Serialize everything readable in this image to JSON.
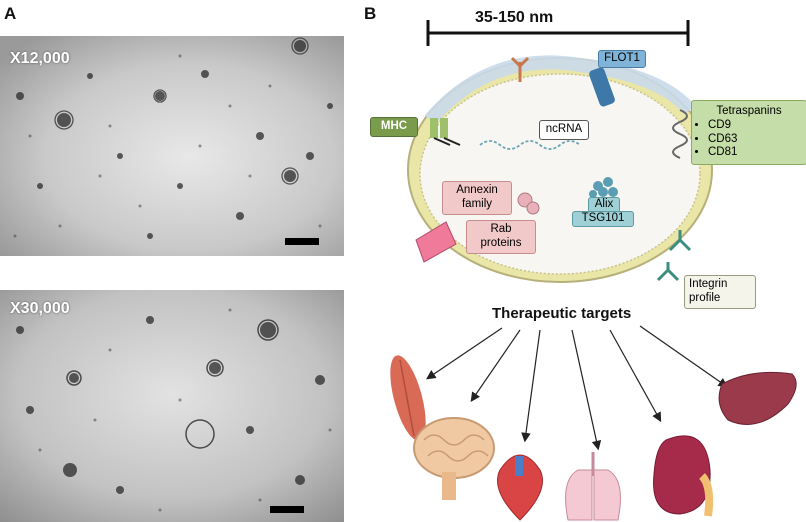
{
  "panel_a": {
    "letter": "A",
    "images": [
      {
        "magnification": "X12,000"
      },
      {
        "magnification": "X30,000"
      }
    ]
  },
  "panel_b": {
    "letter": "B",
    "size_range": "35-150 nm",
    "labels": {
      "flot1": "FLOT1",
      "mhc": "MHC",
      "ncrna": "ncRNA",
      "tetraspanins_title": "Tetraspanins",
      "tetraspanins": [
        "CD9",
        "CD63",
        "CD81"
      ],
      "annexin": "Annexin family",
      "rab": "Rab proteins",
      "alix": "Alix",
      "tsg101": "TSG101",
      "integrin": "Integrin profile"
    },
    "therapeutic_targets": "Therapeutic targets",
    "organs": [
      "muscle",
      "brain",
      "heart",
      "lungs",
      "kidney",
      "liver"
    ],
    "colors": {
      "membrane": "#e9e6a8",
      "vesicle_fill": "#c9d9ea",
      "green_box": "#c5dda8",
      "pink_box": "#f2c9c9"
    }
  }
}
